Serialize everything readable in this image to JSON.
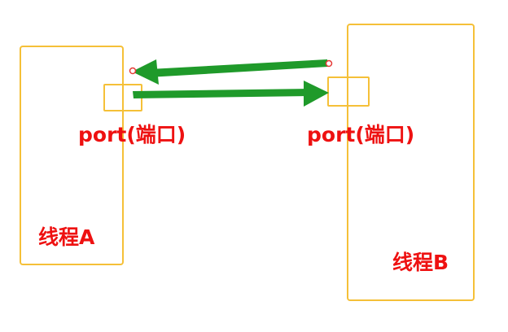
{
  "diagram": {
    "thread_a_label": "线程A",
    "thread_b_label": "线程B",
    "port_a_label": "port(端口)",
    "port_b_label": "port(端口)"
  },
  "colors": {
    "box_border": "#f5c038",
    "label_text": "#ee1111",
    "arrow": "#1f9a2a",
    "endpoint_marker": "#e53935"
  }
}
